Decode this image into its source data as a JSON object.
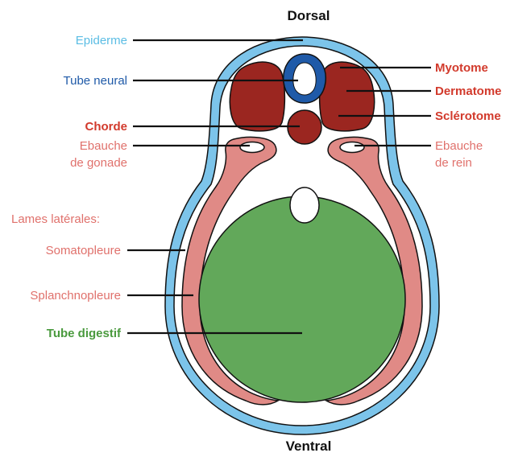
{
  "orientation": {
    "top": "Dorsal",
    "bottom": "Ventral"
  },
  "labels": {
    "epiderme": "Epiderme",
    "tube_neural": "Tube neural",
    "chorde": "Chorde",
    "ebauche_gonade_1": "Ebauche",
    "ebauche_gonade_2": "de gonade",
    "lames_laterales": "Lames latérales:",
    "somatopleure": "Somatopleure",
    "splanchnopleure": "Splanchnopleure",
    "tube_digestif": "Tube digestif",
    "myotome": "Myotome",
    "dermatome": "Dermatome",
    "sclerotome": "Sclérotome",
    "ebauche_rein_1": "Ebauche",
    "ebauche_rein_2": "de rein"
  },
  "colors": {
    "epidermis": "#7cc4ea",
    "neural_tube": "#1f5aa8",
    "somite": "#9b2620",
    "lateral_plate": "#e08a86",
    "gut": "#62a85a",
    "outline": "#111111"
  }
}
